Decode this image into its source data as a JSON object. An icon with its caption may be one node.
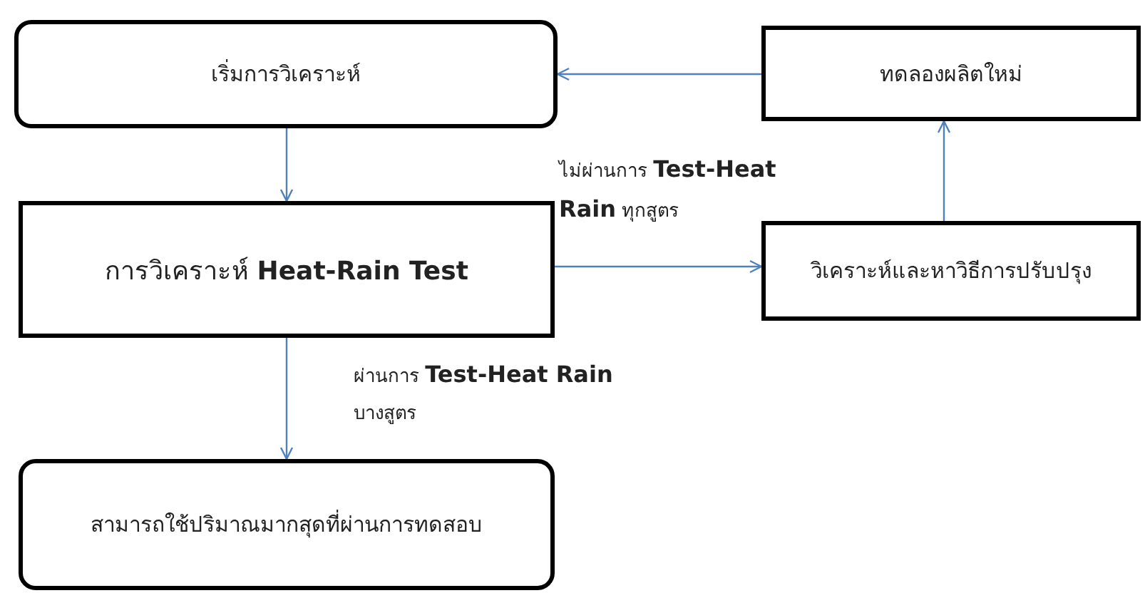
{
  "diagram": {
    "nodes": [
      {
        "text": [
          "เริ่มการวิเคราะห์"
        ]
      },
      {
        "text": [
          "ทดลองผลิตใหม่"
        ]
      },
      {
        "text": [
          "การวิเคราะห์ **Heat-Rain Test**"
        ]
      },
      {
        "text": [
          "วิเคราะห์และหาวิธีการปรับปรุง"
        ]
      },
      {
        "text": [
          "สามารถใช้ปริมาณมากสุดที่ผ่านการทดสอบ"
        ]
      }
    ],
    "edges": [
      {
        "from": 0,
        "to": 2,
        "arrow": "to"
      },
      {
        "from": 1,
        "to": 0,
        "arrow": "to"
      },
      {
        "from": 2,
        "to": 3,
        "arrow": "to",
        "label": "ไม่ผ่านการ **Test-Heat Rain** ทุกสูตร"
      },
      {
        "from": 3,
        "to": 1,
        "arrow": "to"
      },
      {
        "from": 2,
        "to": 4,
        "arrow": "to",
        "label": "ผ่านการ **Test-Heat Rain** บางสูตร"
      }
    ]
  }
}
